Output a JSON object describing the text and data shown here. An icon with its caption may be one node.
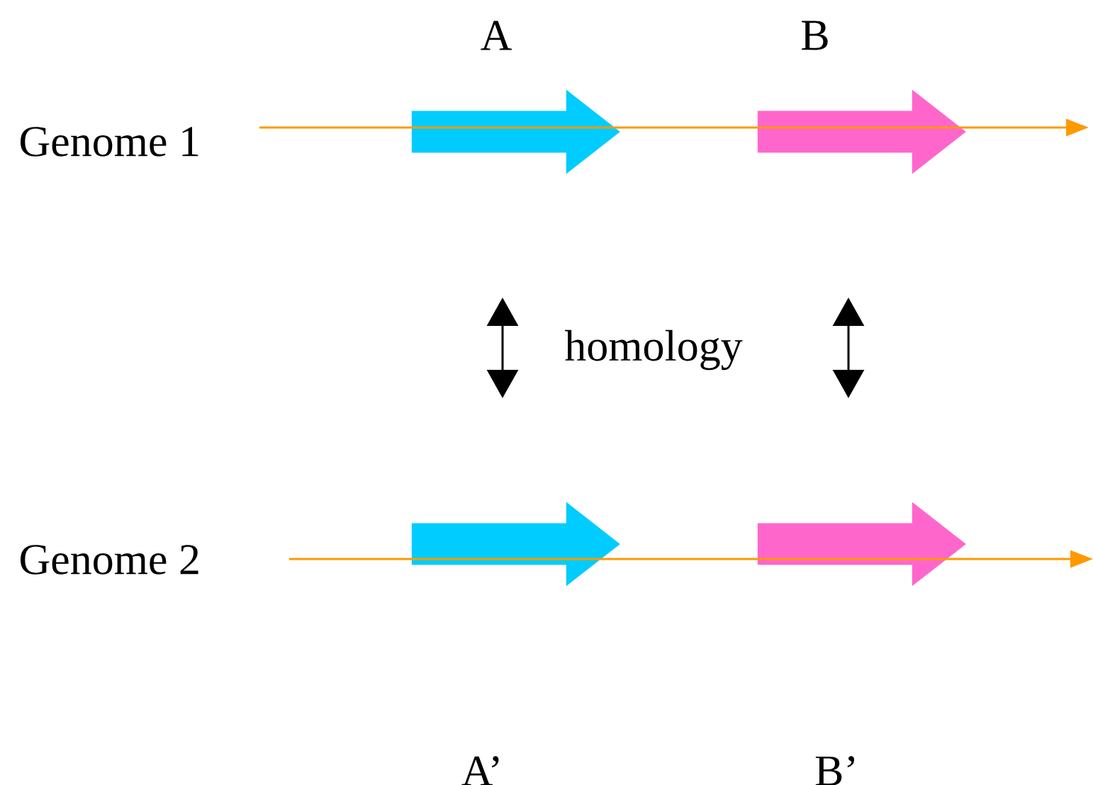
{
  "diagram": {
    "nodes": [
      {
        "text": [
          "A"
        ]
      },
      {
        "text": [
          "B"
        ]
      },
      {
        "text": [
          "A’"
        ]
      },
      {
        "text": [
          "B’"
        ]
      }
    ],
    "labels": [
      "Genome 1",
      "homology",
      "Genome 2"
    ]
  }
}
